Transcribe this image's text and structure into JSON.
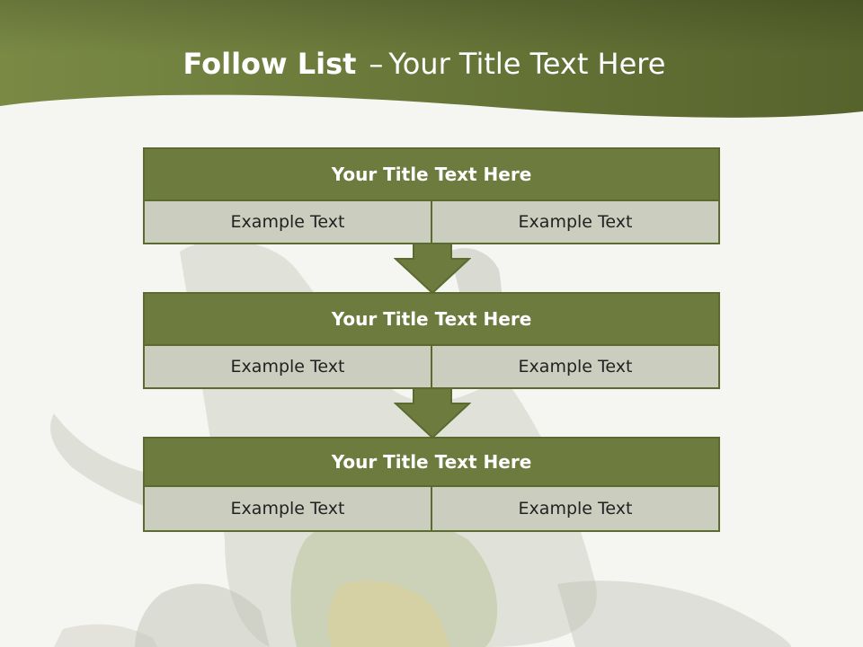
{
  "slide": {
    "title_bold": "Follow List",
    "title_dash": "–",
    "title_rest": "Your Title Text Here"
  },
  "steps": [
    {
      "title": "Your Title Text Here",
      "left": "Example Text",
      "right": "Example Text"
    },
    {
      "title": "Your Title Text Here",
      "left": "Example Text",
      "right": "Example Text"
    },
    {
      "title": "Your Title Text Here",
      "left": "Example Text",
      "right": "Example Text"
    }
  ],
  "colors": {
    "header_band": "#6e7b3e",
    "box_header": "#6e7b3e",
    "box_cell": "#cbcdbf",
    "border": "#5b6a2e",
    "background": "#f5f6f1"
  }
}
